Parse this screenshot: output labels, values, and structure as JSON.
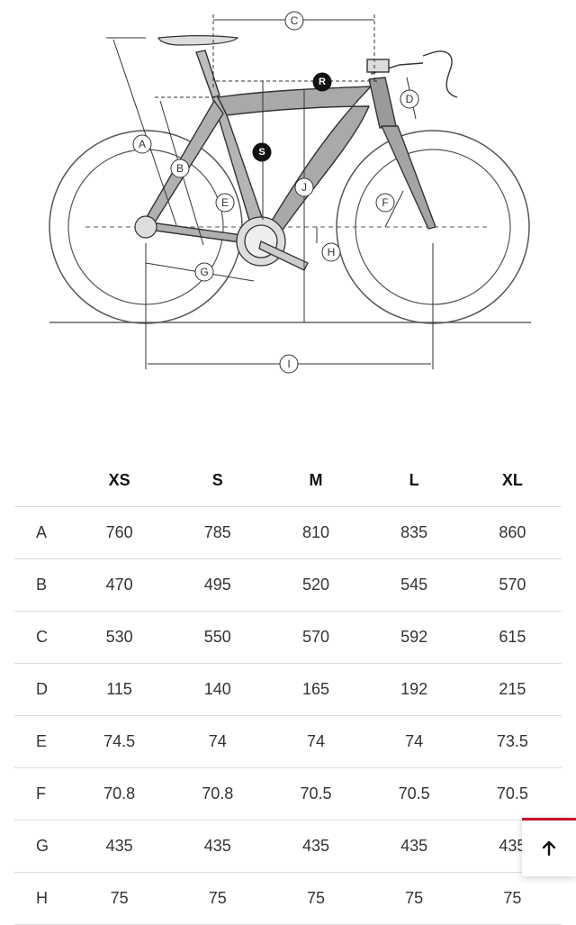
{
  "diagram": {
    "markers": [
      "A",
      "B",
      "C",
      "D",
      "E",
      "F",
      "G",
      "H",
      "I",
      "J"
    ],
    "special_markers": [
      "R",
      "S"
    ]
  },
  "table": {
    "headers": [
      "",
      "XS",
      "S",
      "M",
      "L",
      "XL"
    ],
    "rows": [
      {
        "key": "A",
        "values": [
          "760",
          "785",
          "810",
          "835",
          "860"
        ]
      },
      {
        "key": "B",
        "values": [
          "470",
          "495",
          "520",
          "545",
          "570"
        ]
      },
      {
        "key": "C",
        "values": [
          "530",
          "550",
          "570",
          "592",
          "615"
        ]
      },
      {
        "key": "D",
        "values": [
          "115",
          "140",
          "165",
          "192",
          "215"
        ]
      },
      {
        "key": "E",
        "values": [
          "74.5",
          "74",
          "74",
          "74",
          "73.5"
        ]
      },
      {
        "key": "F",
        "values": [
          "70.8",
          "70.8",
          "70.5",
          "70.5",
          "70.5"
        ]
      },
      {
        "key": "G",
        "values": [
          "435",
          "435",
          "435",
          "435",
          "435"
        ]
      },
      {
        "key": "H",
        "values": [
          "75",
          "75",
          "75",
          "75",
          "75"
        ]
      }
    ]
  },
  "back_to_top": {
    "icon": "arrow-up-icon",
    "accent": "#c8102e"
  }
}
